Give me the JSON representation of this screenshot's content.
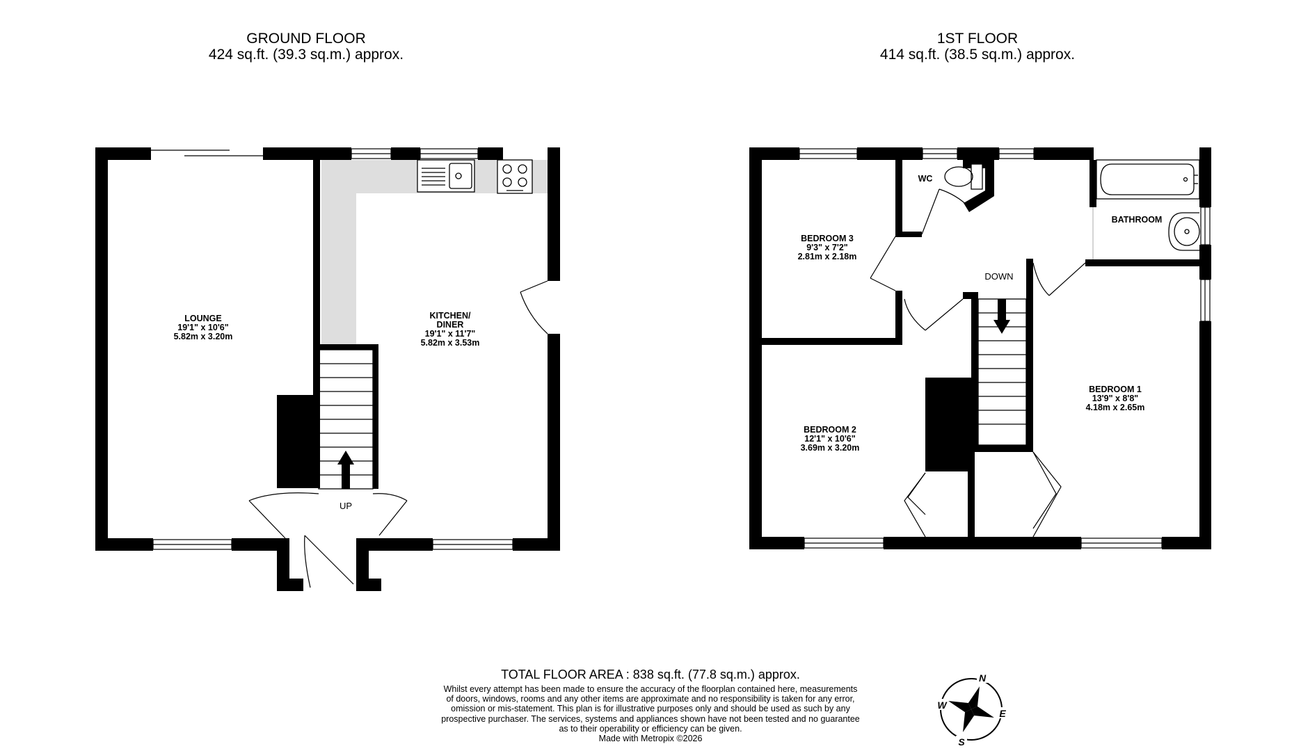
{
  "ground_floor": {
    "title": "GROUND FLOOR",
    "area": "424 sq.ft. (39.3 sq.m.) approx.",
    "stair_label": "UP",
    "rooms": {
      "lounge": {
        "name": "LOUNGE",
        "imperial": "19'1\"  x 10'6\"",
        "metric": "5.82m  x 3.20m"
      },
      "kitchen": {
        "name_line1": "KITCHEN/",
        "name_line2": "DINER",
        "imperial": "19'1\"  x 11'7\"",
        "metric": "5.82m  x 3.53m"
      }
    }
  },
  "first_floor": {
    "title": "1ST FLOOR",
    "area": "414 sq.ft. (38.5 sq.m.) approx.",
    "stair_label": "DOWN",
    "rooms": {
      "bedroom3": {
        "name": "BEDROOM 3",
        "imperial": "9'3\"  x 7'2\"",
        "metric": "2.81m  x 2.18m"
      },
      "wc": {
        "name": "WC"
      },
      "bathroom": {
        "name": "BATHROOM"
      },
      "bedroom2": {
        "name": "BEDROOM 2",
        "imperial": "12'1\"  x 10'6\"",
        "metric": "3.69m  x 3.20m"
      },
      "bedroom1": {
        "name": "BEDROOM 1",
        "imperial": "13'9\"  x 8'8\"",
        "metric": "4.18m  x 2.65m"
      }
    }
  },
  "footer": {
    "total_area": "TOTAL FLOOR AREA : 838 sq.ft. (77.8 sq.m.) approx.",
    "disclaimer_lines": [
      "Whilst every attempt has been made to ensure the accuracy of the floorplan contained here, measurements",
      "of doors, windows, rooms and any other items are approximate and no responsibility is taken for any error,",
      "omission or mis-statement. This plan is for illustrative purposes only and should be used as such by any",
      "prospective purchaser. The services, systems and appliances shown have not been tested and no guarantee",
      "as to their operability or efficiency can be given."
    ],
    "made_with": "Made with Metropix ©2026"
  },
  "compass": {
    "n": "N",
    "e": "E",
    "s": "S",
    "w": "W"
  },
  "colors": {
    "wall": "#000000",
    "worktop": "#dedede",
    "background": "#ffffff"
  }
}
